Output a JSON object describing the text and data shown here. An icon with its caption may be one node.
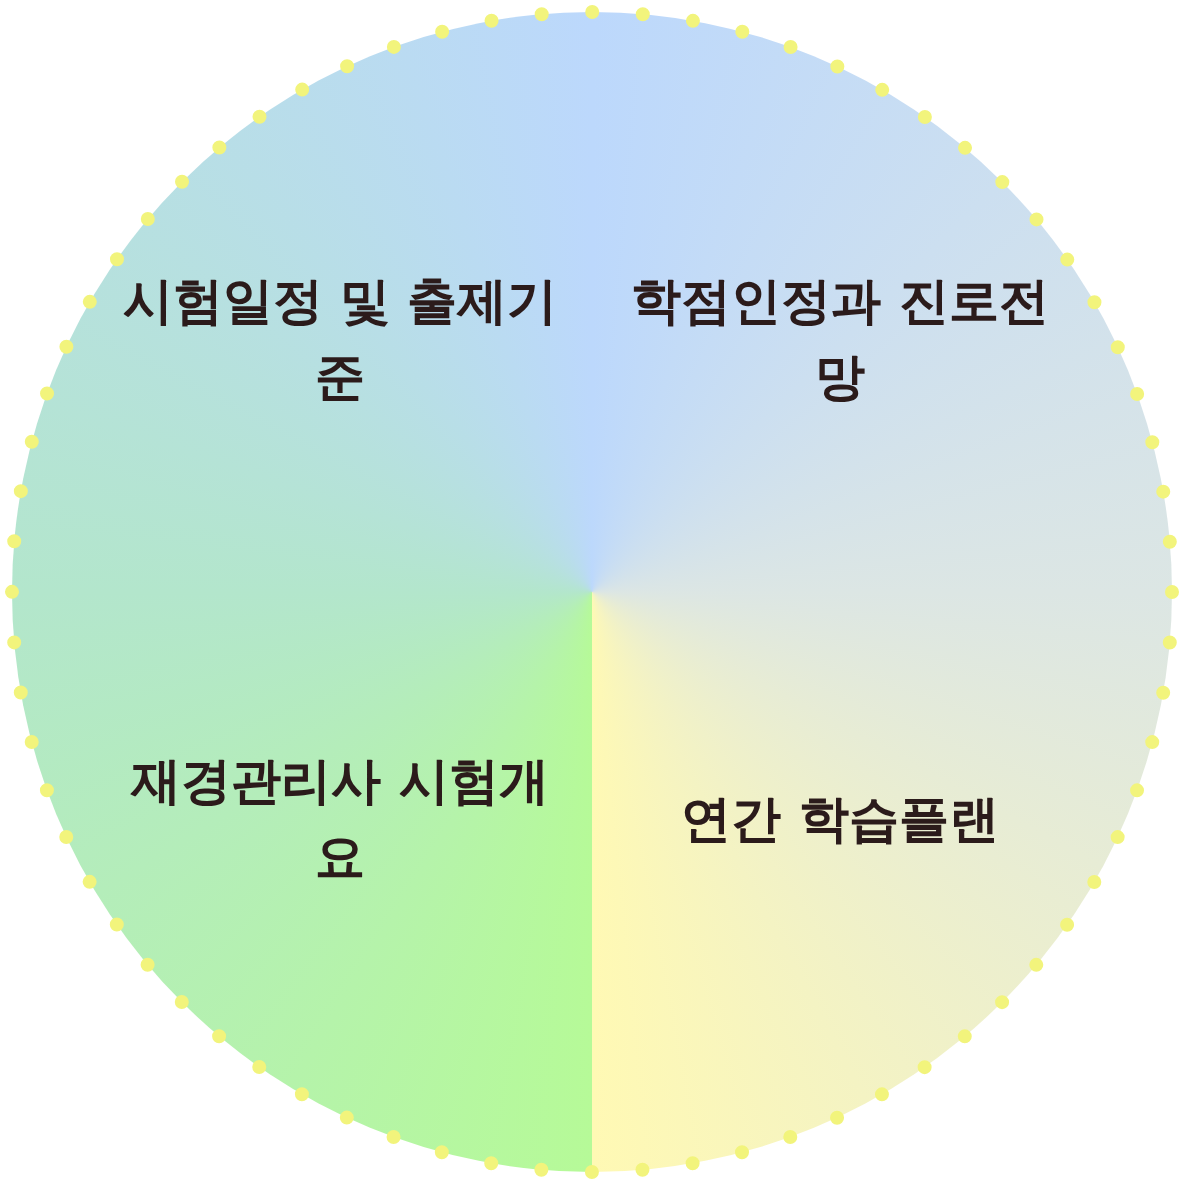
{
  "diagram": {
    "nodes": [
      {
        "text": [
          "시험일정 및 출제기준"
        ]
      },
      {
        "text": [
          "학점인정과 진로전망"
        ]
      },
      {
        "text": [
          "재경관리사 시험개요"
        ]
      },
      {
        "text": [
          "연간 학습플랜"
        ]
      }
    ]
  }
}
